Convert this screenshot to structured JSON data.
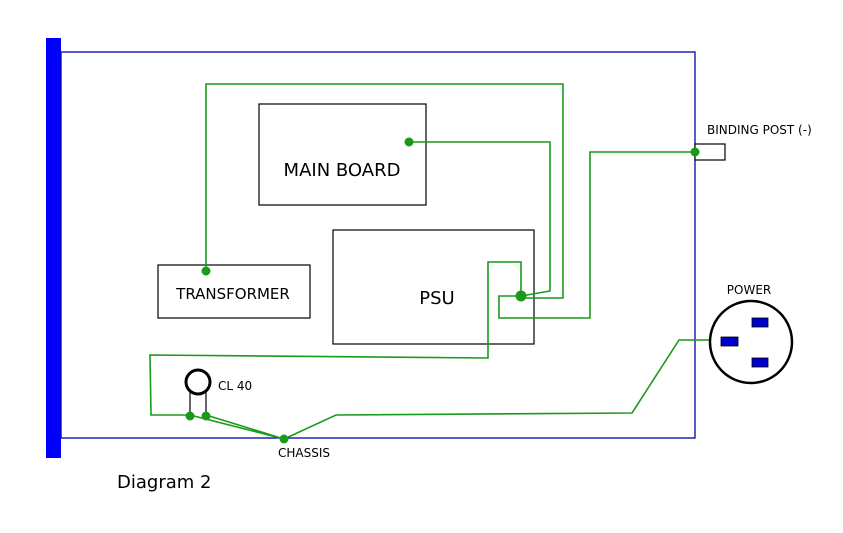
{
  "labels": {
    "main_board": "MAIN BOARD",
    "psu": "PSU",
    "transformer": "TRANSFORMER",
    "binding_post": "BINDING POST (-)",
    "power": "POWER",
    "cl40": "CL 40",
    "chassis": "CHASSIS",
    "caption": "Diagram 2"
  },
  "colors": {
    "enclosure": "#0000ff",
    "wire": "#1a9a1a",
    "box_outline": "#000000"
  }
}
